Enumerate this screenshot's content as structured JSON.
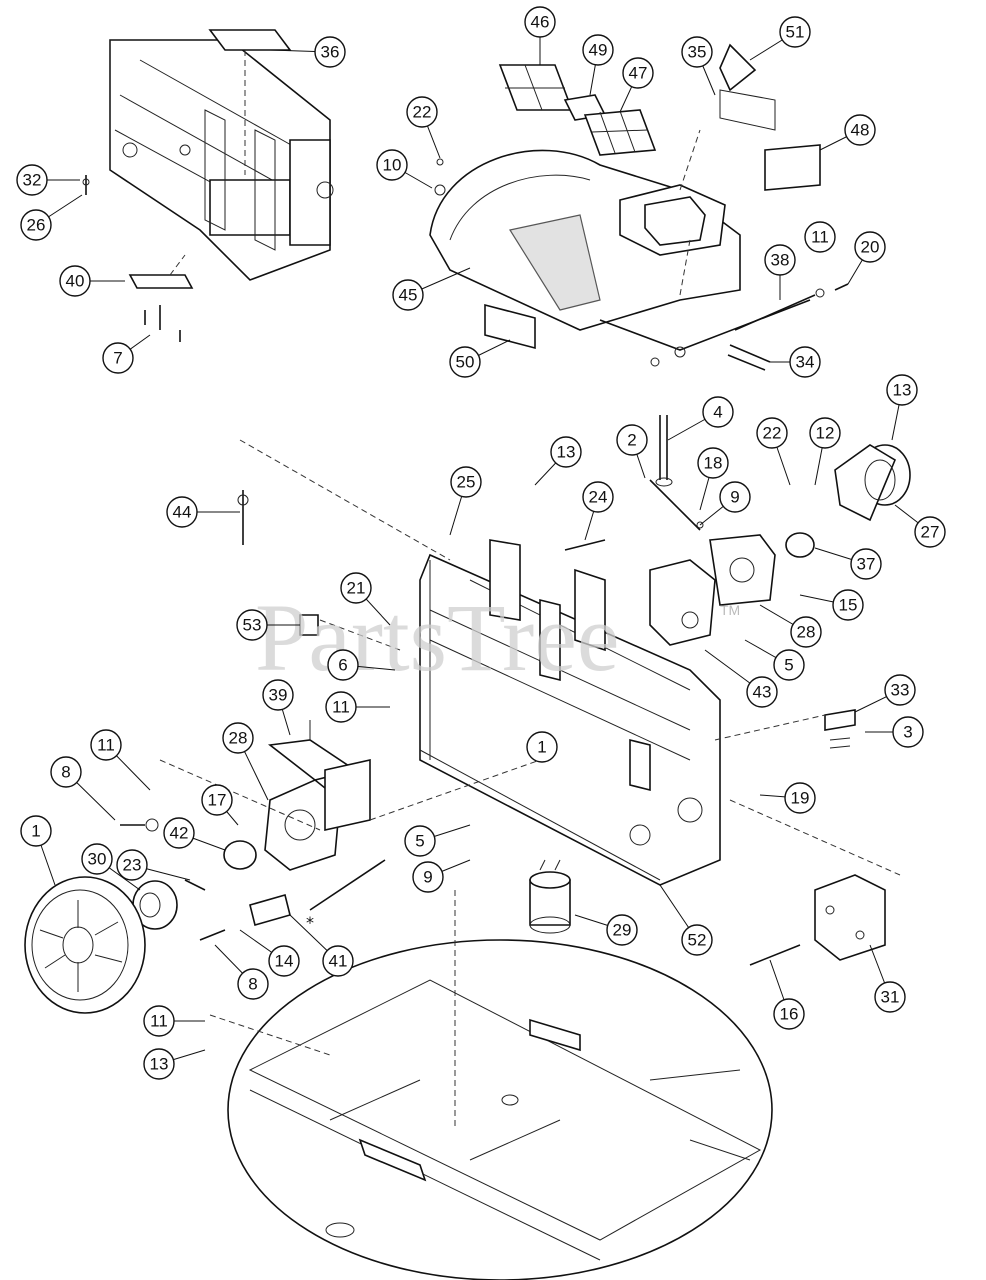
{
  "watermark": {
    "text": "PartsTree",
    "tm": "TM"
  },
  "star_note": "*",
  "callouts": [
    {
      "id": "c36",
      "label": "36"
    },
    {
      "id": "c32",
      "label": "32"
    },
    {
      "id": "c26",
      "label": "26"
    },
    {
      "id": "c40",
      "label": "40"
    },
    {
      "id": "c7",
      "label": "7"
    },
    {
      "id": "c46",
      "label": "46"
    },
    {
      "id": "c49",
      "label": "49"
    },
    {
      "id": "c47",
      "label": "47"
    },
    {
      "id": "c35",
      "label": "35"
    },
    {
      "id": "c51",
      "label": "51"
    },
    {
      "id": "c48",
      "label": "48"
    },
    {
      "id": "c22a",
      "label": "22"
    },
    {
      "id": "c10",
      "label": "10"
    },
    {
      "id": "c11a",
      "label": "11"
    },
    {
      "id": "c20",
      "label": "20"
    },
    {
      "id": "c38",
      "label": "38"
    },
    {
      "id": "c45",
      "label": "45"
    },
    {
      "id": "c50",
      "label": "50"
    },
    {
      "id": "c34",
      "label": "34"
    },
    {
      "id": "c13a",
      "label": "13"
    },
    {
      "id": "c4",
      "label": "4"
    },
    {
      "id": "c2",
      "label": "2"
    },
    {
      "id": "c22b",
      "label": "22"
    },
    {
      "id": "c12",
      "label": "12"
    },
    {
      "id": "c18",
      "label": "18"
    },
    {
      "id": "c9a",
      "label": "9"
    },
    {
      "id": "c27",
      "label": "27"
    },
    {
      "id": "c13b",
      "label": "13"
    },
    {
      "id": "c25",
      "label": "25"
    },
    {
      "id": "c24",
      "label": "24"
    },
    {
      "id": "c44",
      "label": "44"
    },
    {
      "id": "c37",
      "label": "37"
    },
    {
      "id": "c15",
      "label": "15"
    },
    {
      "id": "c21",
      "label": "21"
    },
    {
      "id": "c28a",
      "label": "28"
    },
    {
      "id": "c53",
      "label": "53"
    },
    {
      "id": "c5a",
      "label": "5"
    },
    {
      "id": "c43",
      "label": "43"
    },
    {
      "id": "c6",
      "label": "6"
    },
    {
      "id": "c11b",
      "label": "11"
    },
    {
      "id": "c33",
      "label": "33"
    },
    {
      "id": "c39",
      "label": "39"
    },
    {
      "id": "c3",
      "label": "3"
    },
    {
      "id": "c28b",
      "label": "28"
    },
    {
      "id": "c11c",
      "label": "11"
    },
    {
      "id": "c8a",
      "label": "8"
    },
    {
      "id": "c19",
      "label": "19"
    },
    {
      "id": "c17",
      "label": "17"
    },
    {
      "id": "c1a",
      "label": "1"
    },
    {
      "id": "c5b",
      "label": "5"
    },
    {
      "id": "c42",
      "label": "42"
    },
    {
      "id": "c1b",
      "label": "1"
    },
    {
      "id": "c30",
      "label": "30"
    },
    {
      "id": "c23",
      "label": "23"
    },
    {
      "id": "c9b",
      "label": "9"
    },
    {
      "id": "c29",
      "label": "29"
    },
    {
      "id": "c52",
      "label": "52"
    },
    {
      "id": "c14",
      "label": "14"
    },
    {
      "id": "c41",
      "label": "41"
    },
    {
      "id": "c31",
      "label": "31"
    },
    {
      "id": "c8b",
      "label": "8"
    },
    {
      "id": "c16",
      "label": "16"
    },
    {
      "id": "c11d",
      "label": "11"
    },
    {
      "id": "c13c",
      "label": "13"
    }
  ]
}
